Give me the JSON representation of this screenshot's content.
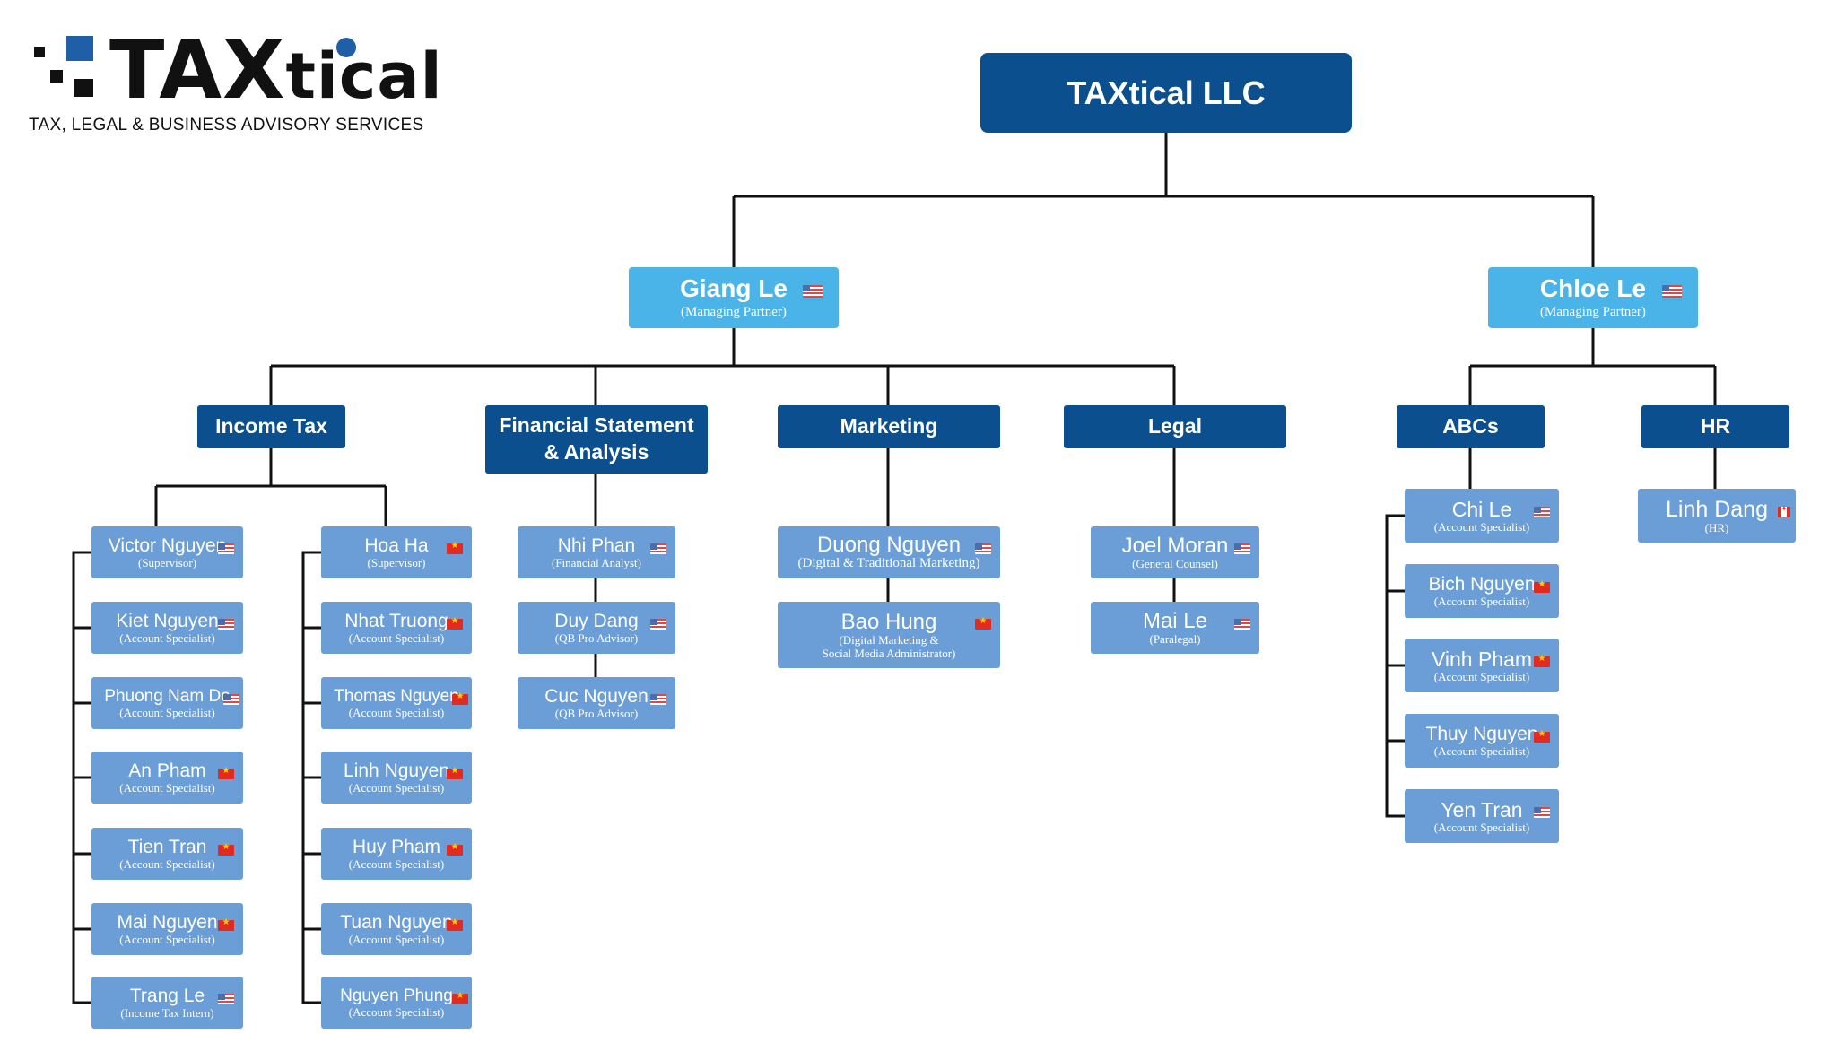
{
  "logo": {
    "brand_big": "TAX",
    "brand_small": "tical",
    "tagline": "TAX, LEGAL & BUSINESS ADVISORY SERVICES"
  },
  "company": "TAXtical LLC",
  "partners": [
    {
      "name": "Giang Le",
      "title": "(Managing Partner)",
      "flag": "us-flag-icon"
    },
    {
      "name": "Chloe Le",
      "title": "(Managing Partner)",
      "flag": "us-flag-icon"
    }
  ],
  "departments": [
    {
      "label": "Income Tax"
    },
    {
      "label": "Financial Statement & Analysis"
    },
    {
      "label": "Marketing"
    },
    {
      "label": "Legal"
    },
    {
      "label": "ABCs"
    },
    {
      "label": "HR"
    }
  ],
  "employees": [
    {
      "name": "Victor Nguyen",
      "title": "(Supervisor)",
      "flag": "us"
    },
    {
      "name": "Kiet Nguyen",
      "title": "(Account Specialist)",
      "flag": "us"
    },
    {
      "name": "Phuong Nam Do",
      "title": "(Account Specialist)",
      "flag": "us"
    },
    {
      "name": "An Pham",
      "title": "(Account Specialist)",
      "flag": "vn"
    },
    {
      "name": "Tien Tran",
      "title": "(Account Specialist)",
      "flag": "vn"
    },
    {
      "name": "Mai Nguyen",
      "title": "(Account Specialist)",
      "flag": "vn"
    },
    {
      "name": "Trang Le",
      "title": "(Income Tax Intern)",
      "flag": "us"
    },
    {
      "name": "Hoa Ha",
      "title": "(Supervisor)",
      "flag": "vn"
    },
    {
      "name": "Nhat Truong",
      "title": "(Account Specialist)",
      "flag": "vn"
    },
    {
      "name": "Thomas Nguyen",
      "title": "(Account Specialist)",
      "flag": "vn"
    },
    {
      "name": "Linh Nguyen",
      "title": "(Account Specialist)",
      "flag": "vn"
    },
    {
      "name": "Huy Pham",
      "title": "(Account Specialist)",
      "flag": "vn"
    },
    {
      "name": "Tuan Nguyen",
      "title": "(Account Specialist)",
      "flag": "vn"
    },
    {
      "name": "Nguyen Phung",
      "title": "(Account Specialist)",
      "flag": "vn"
    },
    {
      "name": "Nhi Phan",
      "title": "(Financial Analyst)",
      "flag": "us"
    },
    {
      "name": "Duy Dang",
      "title": "(QB Pro Advisor)",
      "flag": "us"
    },
    {
      "name": "Cuc Nguyen",
      "title": "(QB Pro Advisor)",
      "flag": "us"
    },
    {
      "name": "Duong Nguyen",
      "title": "(Digital & Traditional Marketing)",
      "flag": "us"
    },
    {
      "name": "Bao Hung",
      "title": "(Digital Marketing &",
      "title2": "Social Media Administrator)",
      "flag": "vn"
    },
    {
      "name": "Joel Moran",
      "title": "(General Counsel)",
      "flag": "us"
    },
    {
      "name": "Mai Le",
      "title": "(Paralegal)",
      "flag": "us"
    },
    {
      "name": "Chi Le",
      "title": "(Account Specialist)",
      "flag": "us"
    },
    {
      "name": "Bich Nguyen",
      "title": "(Account Specialist)",
      "flag": "vn"
    },
    {
      "name": "Vinh Pham",
      "title": "(Account Specialist)",
      "flag": "vn"
    },
    {
      "name": "Thuy Nguyen",
      "title": "(Account Specialist)",
      "flag": "vn"
    },
    {
      "name": "Yen Tran",
      "title": "(Account Specialist)",
      "flag": "us"
    },
    {
      "name": "Linh Dang",
      "title": "(HR)",
      "flag": "ca"
    }
  ],
  "colors": {
    "root": "#0b4f8f",
    "partner": "#4ab4e8",
    "department": "#0b4f8f",
    "employee": "#6b9ed6",
    "connector": "#111111"
  }
}
